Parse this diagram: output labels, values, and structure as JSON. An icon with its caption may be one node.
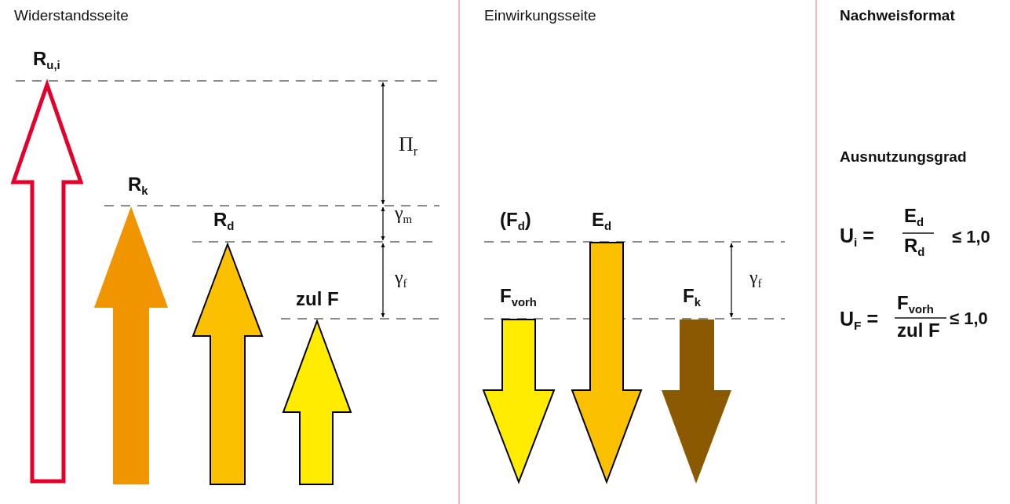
{
  "diagram": {
    "labels": [
      "Widerstandsseite",
      "Einwirkungsseite",
      "Nachweisformat",
      "R$_{u,i}$",
      "Π$_{r}$",
      "Ausnutzungsgrad",
      "R$_{k}$",
      "γ$_{m}$",
      "R$_{d}$",
      "(F$_{d}$)",
      "E$_{d}$",
      "U$_{i}$ =",
      "E$_{d}$",
      "R$_{d}$",
      "≤ 1,0",
      "γ$_{f}$",
      "γ$_{f}$",
      "zul F",
      "F$_{vorh}$",
      "F$_{k}$",
      "U$_{F}$ =",
      "F$_{vorh}$",
      "zul F",
      "≤ 1,0"
    ]
  }
}
